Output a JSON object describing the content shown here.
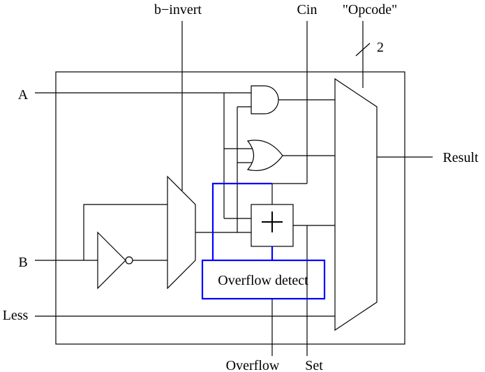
{
  "labels": {
    "a": "A",
    "b": "B",
    "less": "Less",
    "b_invert": "b−invert",
    "cin": "Cin",
    "opcode": "\"Opcode\"",
    "opcode_width": "2",
    "result": "Result",
    "overflow": "Overflow",
    "set": "Set",
    "overflow_detect": "Overflow detect"
  },
  "colors": {
    "wire": "#000000",
    "overflow_logic": "#0000ff"
  }
}
